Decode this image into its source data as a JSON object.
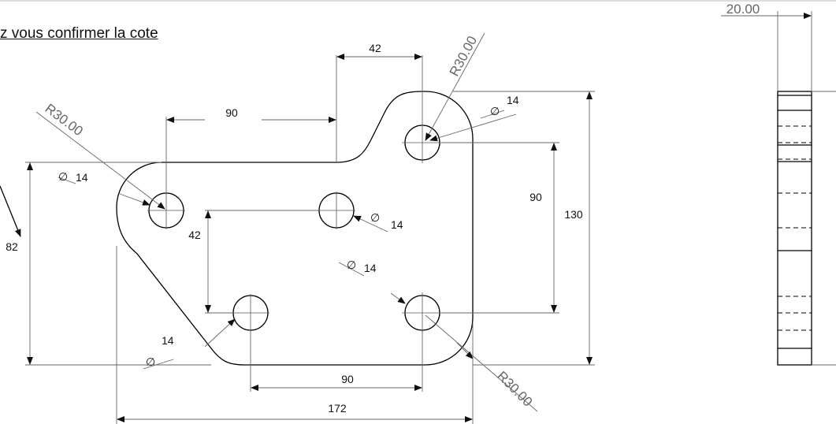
{
  "note": {
    "text": "z vous confirmer la cote"
  },
  "dimensions": {
    "top_width": "42",
    "upper_span": "90",
    "radius_top": "R30.00",
    "radius_left": "R30.00",
    "radius_bottom": "R30.00",
    "hole_dia_top_right": "14",
    "hole_dia_left": "14",
    "hole_dia_mid": "14",
    "hole_dia_lower_mid": "14",
    "hole_dia_bottom_left": "14",
    "vertical_90": "90",
    "overall_height": "130",
    "inner_42": "42",
    "left_82": "82",
    "bottom_90": "90",
    "overall_width": "172",
    "side_thickness": "20.00"
  },
  "symbols": {
    "diameter": "∅"
  }
}
